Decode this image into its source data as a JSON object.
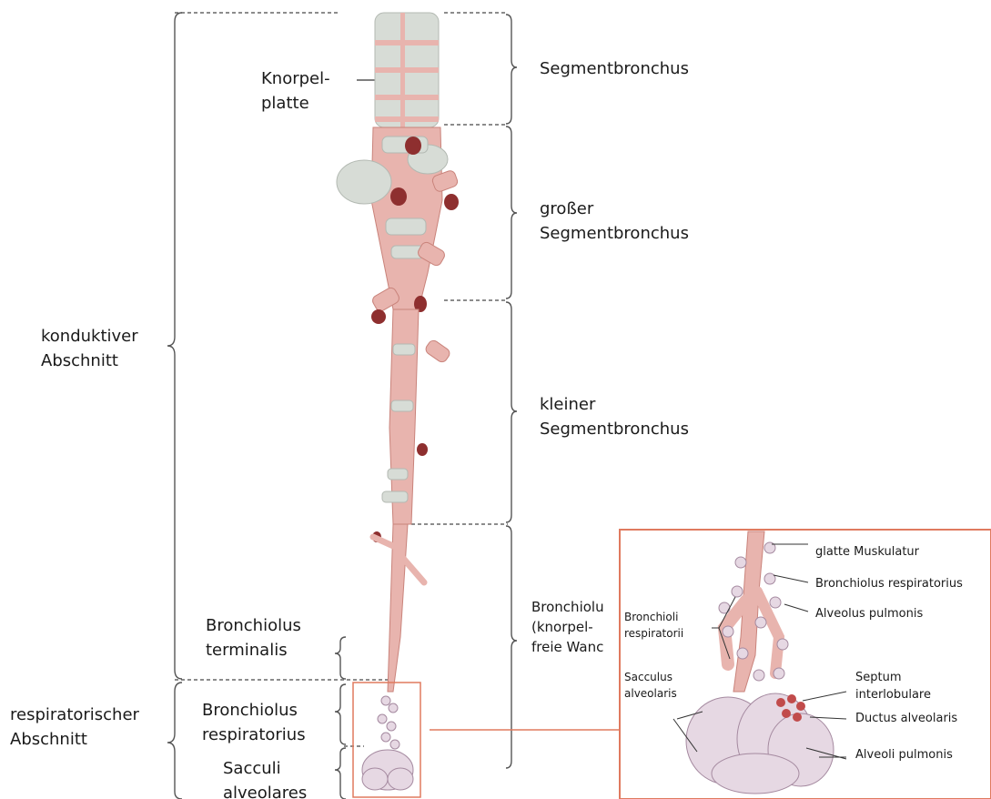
{
  "labels": {
    "knorpelplatte": "Knorpel-\nplatte",
    "segmentbronchus": "Segmentbronchus",
    "grosser_segmentbronchus": "großer\nSegmentbronchus",
    "kleiner_segmentbronchus": "kleiner\nSegmentbronchus",
    "konduktiver_abschnitt": "konduktiver\nAbschnitt",
    "bronchiolus_terminalis": "Bronchiolus\nterminalis",
    "bronchiolus_knorpelfrei": "Bronchiolu\n(knorpel-\nfreie Wanc",
    "respiratorischer_abschnitt": "respiratorischer\nAbschnitt",
    "bronchiolus_respiratorius": "Bronchiolus\nrespiratorius",
    "sacculi_alveolares": "Sacculi\nalveolares"
  },
  "inset": {
    "glatte_muskulatur": "glatte Muskulatur",
    "bronchiolus_respiratorius": "Bronchiolus respiratorius",
    "alveolus_pulmonis": "Alveolus pulmonis",
    "bronchioli_respiratorii": "Bronchioli\nrespiratorii",
    "sacculus_alveolaris": "Sacculus\nalveolaris",
    "septum_interlobulare": "Septum\ninterlobulare",
    "ductus_alveolaris": "Ductus alveolaris",
    "alveoli_pulmonis": "Alveoli pulmonis"
  },
  "colors": {
    "tissue": "#e8b4ae",
    "tissue_dark": "#c9837b",
    "cartilage": "#d7dcd6",
    "alveoli": "#e6d8e3",
    "frame": "#e07a5f",
    "bracket": "#555555"
  }
}
